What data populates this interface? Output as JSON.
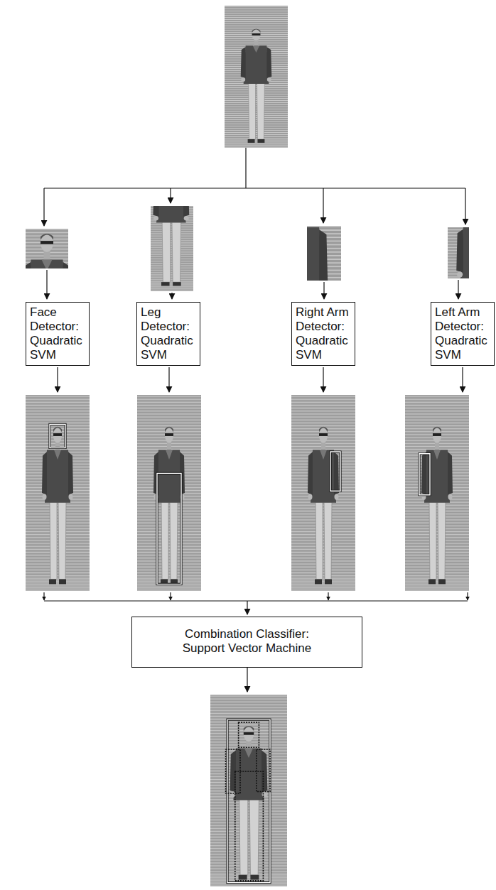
{
  "diagram": {
    "nodes": [
      {
        "text": [
          "Face Detector: Quadratic SVM"
        ]
      },
      {
        "text": [
          "Leg Detector: Quadratic SVM"
        ]
      },
      {
        "text": [
          "Right Arm Detector: Quadratic SVM"
        ]
      },
      {
        "text": [
          "Left Arm Detector: Quadratic SVM"
        ]
      },
      {
        "text": [
          "Combination Classifier: Support Vector Machine"
        ]
      }
    ]
  }
}
